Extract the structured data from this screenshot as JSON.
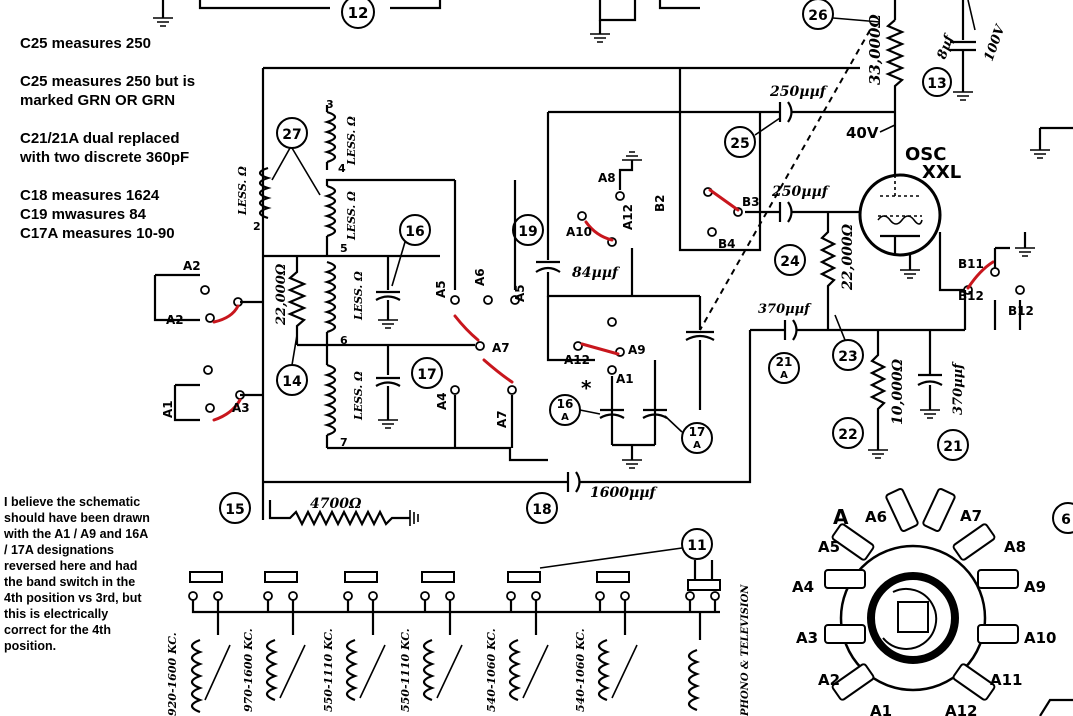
{
  "notes": [
    "C25 measures 250",
    "C25 measures 250 but is\nmarked GRN OR GRN",
    "C21/21A dual replaced\nwith two discrete 360pF",
    "C18 measures 1624",
    "C19 mwasures 84",
    "C17A measures 10-90"
  ],
  "side_note": "I believe the schematic should have been drawn with the A1 / A9 and 16A / 17A designations reversed here and had the band switch in the 4th position vs 3rd, but this is electrically correct for the 4th position.",
  "asterisk": "*",
  "callouts": [
    "12",
    "13",
    "26",
    "27",
    "25",
    "16",
    "19",
    "24",
    "23",
    "21",
    "22",
    "14",
    "17",
    "15",
    "18",
    "11",
    "6"
  ],
  "callouts_lettered": [
    {
      "num": "16",
      "sub": "A"
    },
    {
      "num": "17",
      "sub": "A"
    },
    {
      "num": "21",
      "sub": "A"
    }
  ],
  "component_values": {
    "r26": "33,000Ω",
    "c27": "8µf",
    "c27_voltage": "100V",
    "c25": "250µµf",
    "voltage": "40V",
    "c24": "250µµf",
    "r23": "22,000Ω",
    "c19": "84µµf",
    "c21a": "370µµf",
    "r22": "10,000Ω",
    "c21": "370µµf",
    "r14": "22,000Ω",
    "r15": "4700Ω",
    "c18": "1600µµf",
    "coil": "LESS. Ω"
  },
  "tube": {
    "line1": "OSC",
    "line2": "XXL"
  },
  "coil_taps": [
    "2",
    "3",
    "4",
    "5",
    "6",
    "7"
  ],
  "switch_labels": [
    "A2",
    "A2",
    "A1",
    "A3",
    "A8",
    "A10",
    "A12",
    "B2",
    "B3",
    "B4",
    "A6",
    "A5",
    "A5",
    "A4",
    "A7",
    "A7",
    "A12",
    "A9",
    "A1",
    "B11",
    "B12",
    "B12"
  ],
  "coil_bank": [
    "920-1600 KC.",
    "970-1600 KC.",
    "550-1110 KC.",
    "550-1110 KC.",
    "540-1060 KC.",
    "540-1060 KC.",
    "PHONO & TELEVISION"
  ],
  "wafer": {
    "title": "A",
    "contacts": [
      "A6",
      "A7",
      "A5",
      "A8",
      "A4",
      "A9",
      "A3",
      "A10",
      "A2",
      "A11",
      "A1",
      "A12"
    ]
  },
  "colors": {
    "annotation": "#c8161d",
    "ink": "#000000"
  }
}
